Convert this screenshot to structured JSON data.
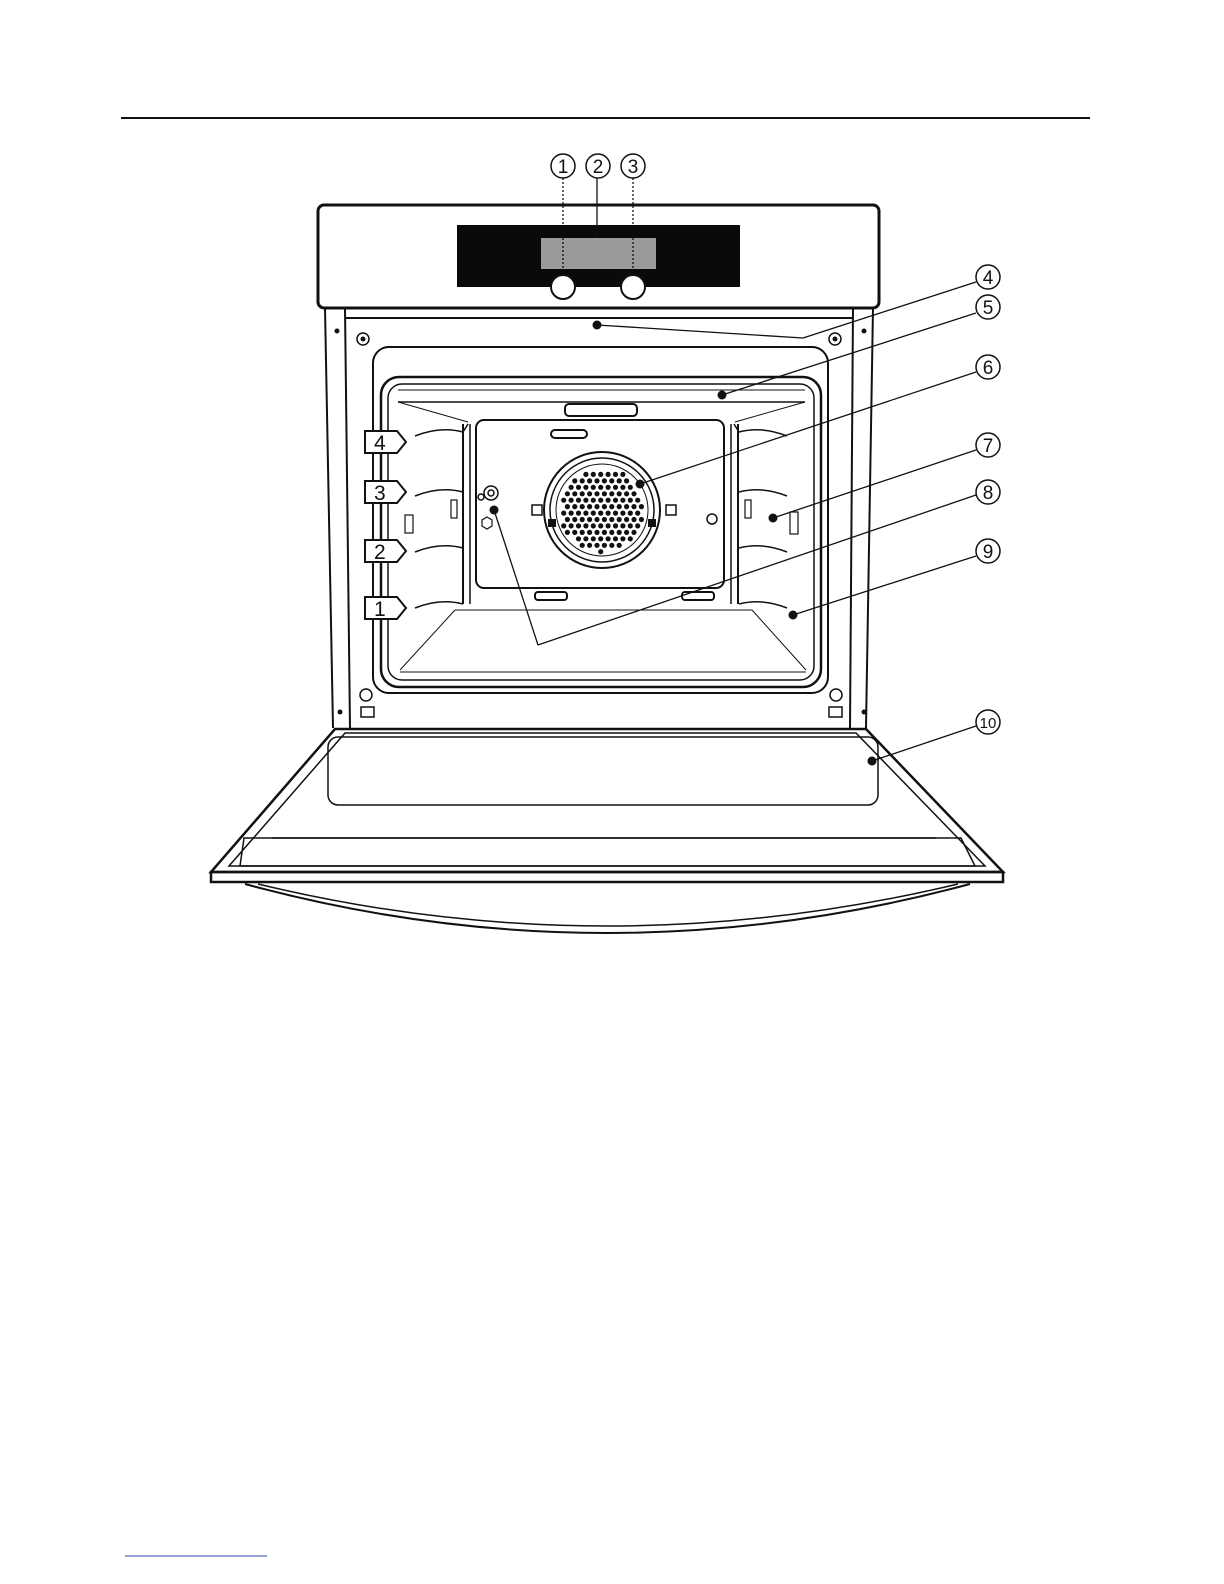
{
  "callouts": [
    {
      "id": 1,
      "label": "1"
    },
    {
      "id": 2,
      "label": "2"
    },
    {
      "id": 3,
      "label": "3"
    },
    {
      "id": 4,
      "label": "4"
    },
    {
      "id": 5,
      "label": "5"
    },
    {
      "id": 6,
      "label": "6"
    },
    {
      "id": 7,
      "label": "7"
    },
    {
      "id": 8,
      "label": "8"
    },
    {
      "id": 9,
      "label": "9"
    },
    {
      "id": 10,
      "label": "10"
    }
  ],
  "shelf_levels": [
    {
      "label": "4"
    },
    {
      "label": "3"
    },
    {
      "label": "2"
    },
    {
      "label": "1"
    }
  ],
  "colors": {
    "line": "#111111",
    "display": "#9a9a9a",
    "control_panel": "#0a0a0a"
  }
}
